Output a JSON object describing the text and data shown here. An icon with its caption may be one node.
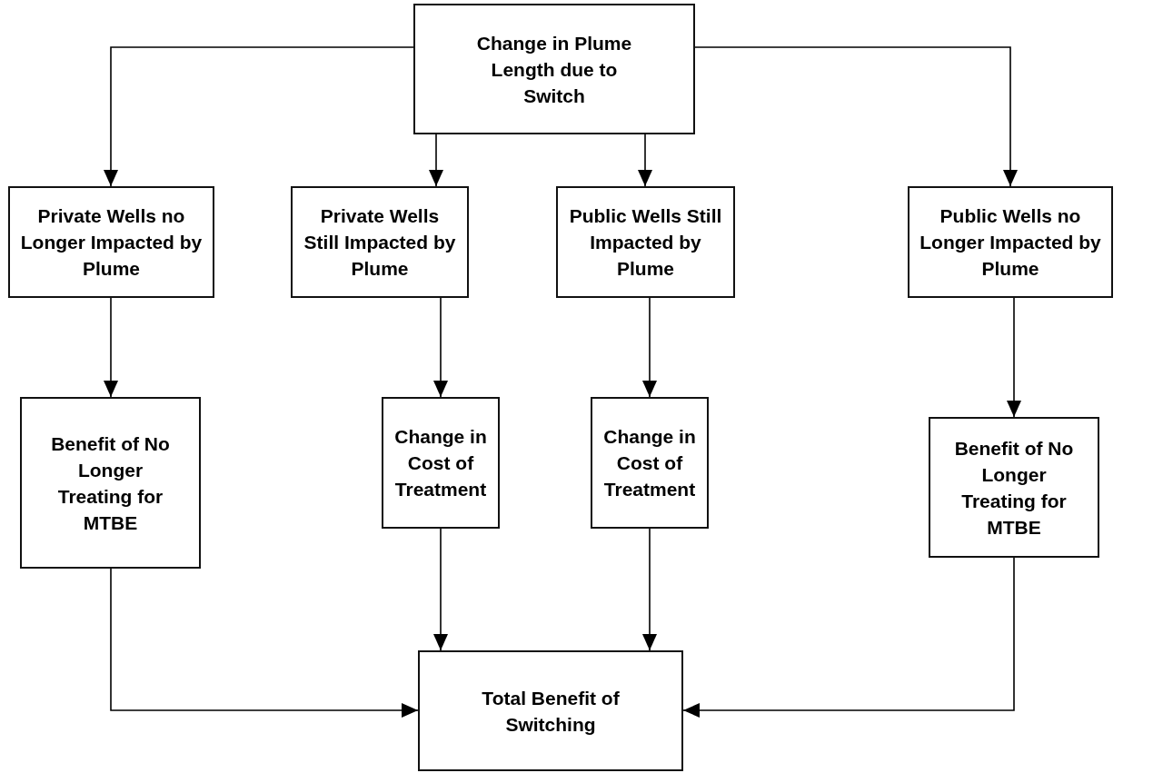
{
  "diagram": {
    "nodes": [
      {
        "text": [
          "Change in Plume Length due to Switch"
        ]
      },
      {
        "text": [
          "Private Wells no Longer Impacted by Plume"
        ]
      },
      {
        "text": [
          "Private Wells Still Impacted by Plume"
        ]
      },
      {
        "text": [
          "Public Wells Still Impacted by Plume"
        ]
      },
      {
        "text": [
          "Public Wells no Longer Impacted by Plume"
        ]
      },
      {
        "text": [
          "Benefit of No Longer Treating for MTBE"
        ]
      },
      {
        "text": [
          "Change in Cost of Treatment"
        ]
      },
      {
        "text": [
          "Change in Cost of Treatment"
        ]
      },
      {
        "text": [
          "Benefit of No Longer Treating for MTBE"
        ]
      },
      {
        "text": [
          "Total Benefit of Switching"
        ]
      }
    ],
    "edges": [
      {
        "from": 0,
        "to": 1,
        "arrow": "to"
      },
      {
        "from": 0,
        "to": 2,
        "arrow": "to"
      },
      {
        "from": 0,
        "to": 3,
        "arrow": "to"
      },
      {
        "from": 0,
        "to": 4,
        "arrow": "to"
      },
      {
        "from": 1,
        "to": 5,
        "arrow": "to"
      },
      {
        "from": 2,
        "to": 6,
        "arrow": "to"
      },
      {
        "from": 3,
        "to": 7,
        "arrow": "to"
      },
      {
        "from": 4,
        "to": 8,
        "arrow": "to"
      },
      {
        "from": 5,
        "to": 9,
        "arrow": "to"
      },
      {
        "from": 6,
        "to": 9,
        "arrow": "to"
      },
      {
        "from": 7,
        "to": 9,
        "arrow": "to"
      },
      {
        "from": 8,
        "to": 9,
        "arrow": "to"
      }
    ]
  }
}
